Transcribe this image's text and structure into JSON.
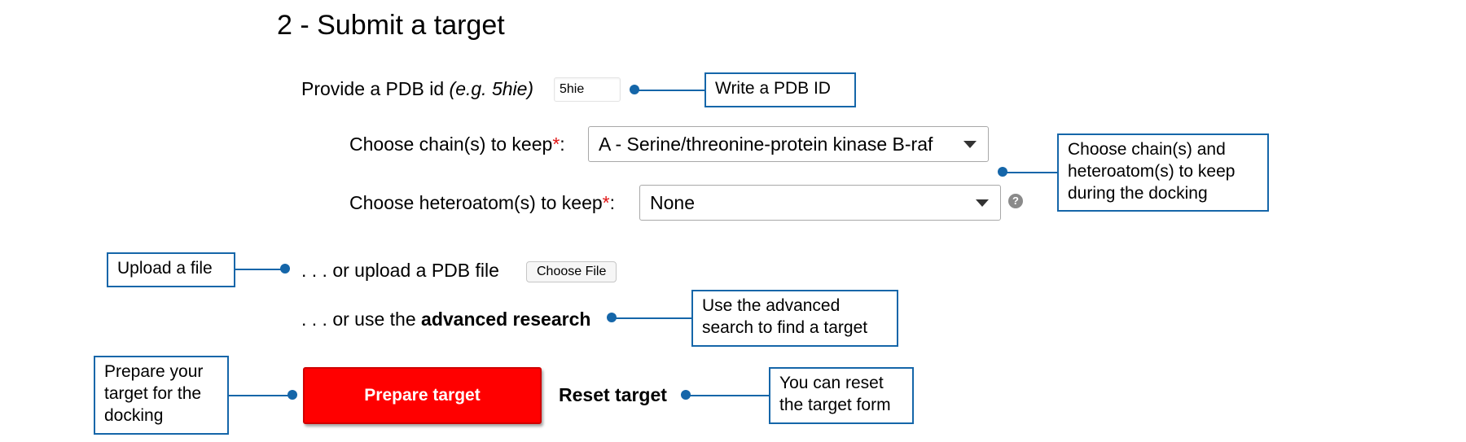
{
  "title": "2 - Submit a target",
  "pdb": {
    "label": "Provide a PDB id",
    "example": "(e.g. 5hie)",
    "value": "5hie"
  },
  "chain": {
    "label": "Choose chain(s) to keep",
    "required_mark": "*",
    "suffix": ":",
    "selected": "A - Serine/threonine-protein kinase B-raf"
  },
  "heteroatom": {
    "label": "Choose heteroatom(s) to keep",
    "required_mark": "*",
    "suffix": ":",
    "selected": "None",
    "help_icon": "?"
  },
  "upload": {
    "label": ". . . or upload a PDB file",
    "button_label": "Choose File"
  },
  "advanced": {
    "prefix": ". . . or use the ",
    "link_text": "advanced research"
  },
  "actions": {
    "prepare_label": "Prepare target",
    "reset_label": "Reset target"
  },
  "annotations": {
    "write_pdb": "Write a PDB ID",
    "chains_line1": "Choose chain(s) and",
    "chains_line2": "heteroatom(s) to keep",
    "chains_line3": "during the docking",
    "upload": "Upload a file",
    "advanced_line1": "Use the advanced",
    "advanced_line2": "search to find a target",
    "prepare_line1": "Prepare your",
    "prepare_line2": "target for the",
    "prepare_line3": "docking",
    "reset_line1": "You can reset",
    "reset_line2": "the target form"
  },
  "colors": {
    "accent": "#1566a9",
    "prepare_button": "#ff0000",
    "required": "#e01414"
  }
}
